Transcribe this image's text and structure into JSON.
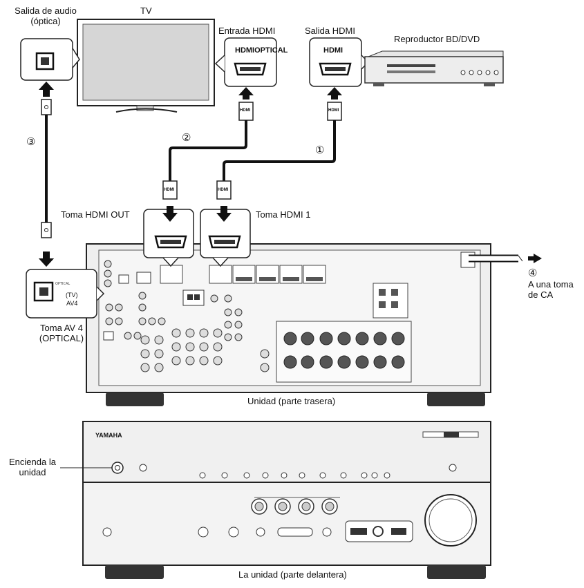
{
  "labels": {
    "tv": "TV",
    "audio_out": "Salida de audio\n(óptica)",
    "hdmi_in": "Entrada HDMI",
    "hdmi_out": "Salida HDMI",
    "player": "Reproductor BD/DVD",
    "hdmi_optical": "HDMIOPTICAL",
    "hdmi_port_label": "HDMI",
    "toma_hdmi_out": "Toma HDMI OUT",
    "toma_hdmi_1": "Toma HDMI 1",
    "toma_av4": "Toma AV 4\n(OPTICAL)",
    "ac_outlet": "A una toma\nde CA",
    "rear_caption": "Unidad (parte trasera)",
    "front_caption": "La unidad (parte delantera)",
    "power_on": "Encienda la\nunidad",
    "optical_tv": "(TV)",
    "optical_av4": "AV4",
    "cable_plug": "HDMI",
    "brand": "YAMAHA"
  },
  "steps": {
    "s1": "①",
    "s2": "②",
    "s3": "③",
    "s4": "④"
  }
}
